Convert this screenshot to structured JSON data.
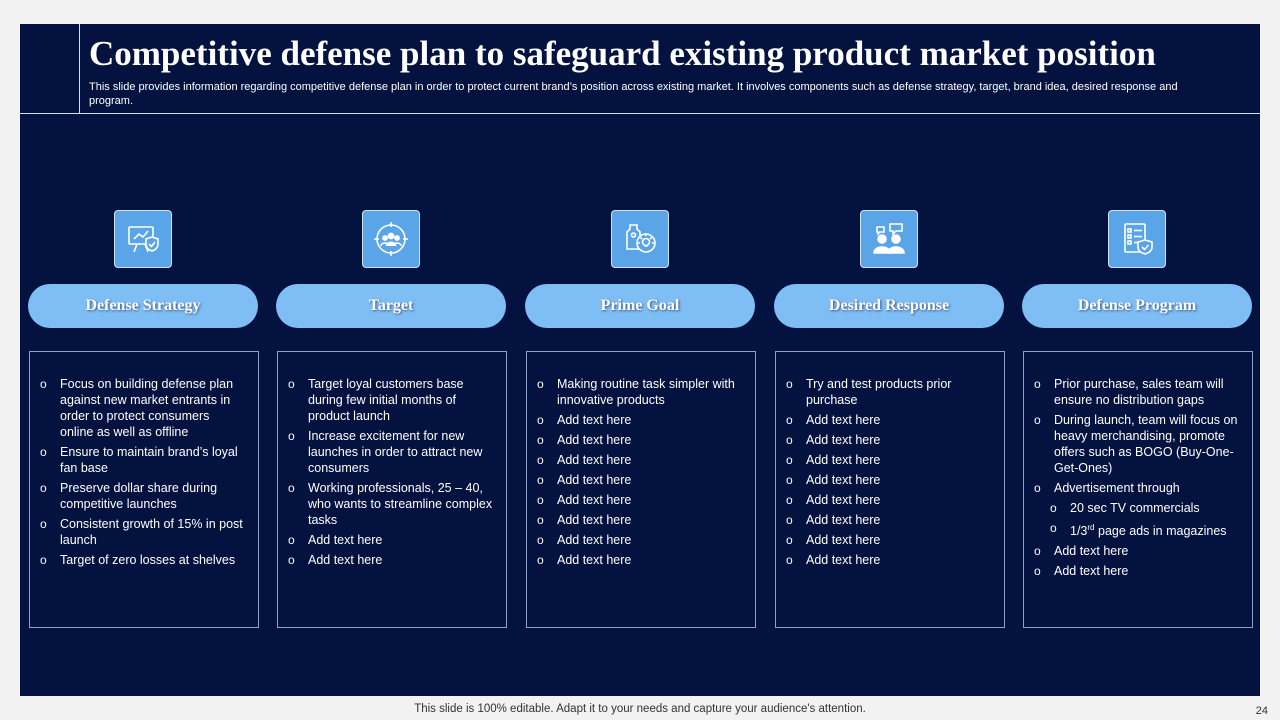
{
  "slide": {
    "title": "Competitive defense plan to safeguard existing product market position",
    "subtitle": "This slide provides information regarding competitive defense plan in order to protect current brand’s position across existing market. It involves components such as defense strategy, target, brand idea, desired response and program."
  },
  "columns": [
    {
      "icon": "presentation-shield-icon",
      "heading": "Defense Strategy",
      "bullets": [
        {
          "text": "Focus on building defense plan against new market entrants in order to protect consumers online as well as offline"
        },
        {
          "text": "Ensure to maintain brand’s loyal fan base"
        },
        {
          "text": "Preserve dollar share during competitive launches"
        },
        {
          "text": "Consistent growth of 15% in post launch"
        },
        {
          "text": "Target  of zero losses at shelves"
        }
      ]
    },
    {
      "icon": "audience-target-icon",
      "heading": "Target",
      "bullets": [
        {
          "text": "Target  loyal customers base during few initial months of product launch"
        },
        {
          "text": "Increase excitement for new launches in order to attract new consumers"
        },
        {
          "text": "Working professionals,  25 – 40, who wants to streamline complex tasks"
        },
        {
          "text": "Add text here"
        },
        {
          "text": "Add text here"
        }
      ]
    },
    {
      "icon": "tag-idea-icon",
      "heading": "Prime Goal",
      "bullets": [
        {
          "text": "Making routine  task simpler with innovative  products"
        },
        {
          "text": "Add text here"
        },
        {
          "text": "Add text here"
        },
        {
          "text": "Add text here"
        },
        {
          "text": "Add text here"
        },
        {
          "text": "Add text here"
        },
        {
          "text": "Add text here"
        },
        {
          "text": "Add text here"
        },
        {
          "text": "Add text here"
        }
      ]
    },
    {
      "icon": "people-conversation-icon",
      "heading": "Desired Response",
      "bullets": [
        {
          "text": "Try and test products prior purchase"
        },
        {
          "text": "Add text here"
        },
        {
          "text": "Add text here"
        },
        {
          "text": "Add text here"
        },
        {
          "text": "Add text here"
        },
        {
          "text": "Add text here"
        },
        {
          "text": "Add text here"
        },
        {
          "text": "Add text here"
        },
        {
          "text": "Add text here"
        }
      ]
    },
    {
      "icon": "checklist-shield-icon",
      "heading": "Defense Program",
      "bullets": [
        {
          "text": "Prior purchase, sales team will ensure no distribution gaps"
        },
        {
          "text": "During launch, team will focus on heavy merchandising, promote offers  such as BOGO (Buy-One-Get-Ones)"
        },
        {
          "text": "Advertisement through"
        },
        {
          "text": "20 sec TV commercials",
          "sub": true
        },
        {
          "text": "1/3rd page ads in magazines",
          "sub": true
        },
        {
          "text": "Add text here"
        },
        {
          "text": "Add text here"
        }
      ]
    }
  ],
  "footer": {
    "note": "This slide is 100% editable. Adapt it to your needs and capture your audience's attention.",
    "page": "24"
  }
}
